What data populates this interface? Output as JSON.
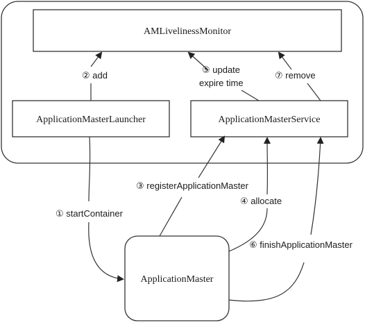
{
  "nodes": {
    "monitor": "AMLivelinessMonitor",
    "launcher": "ApplicationMasterLauncher",
    "service": "ApplicationMasterService",
    "master": "ApplicationMaster"
  },
  "edges": {
    "add": "② add",
    "update_line1": "⑤ update",
    "update_line2": "expire time",
    "remove": "⑦ remove",
    "start_container": "① startContainer",
    "register": "③ registerApplicationMaster",
    "allocate": "④ allocate",
    "finish": "⑥ finishApplicationMaster"
  }
}
